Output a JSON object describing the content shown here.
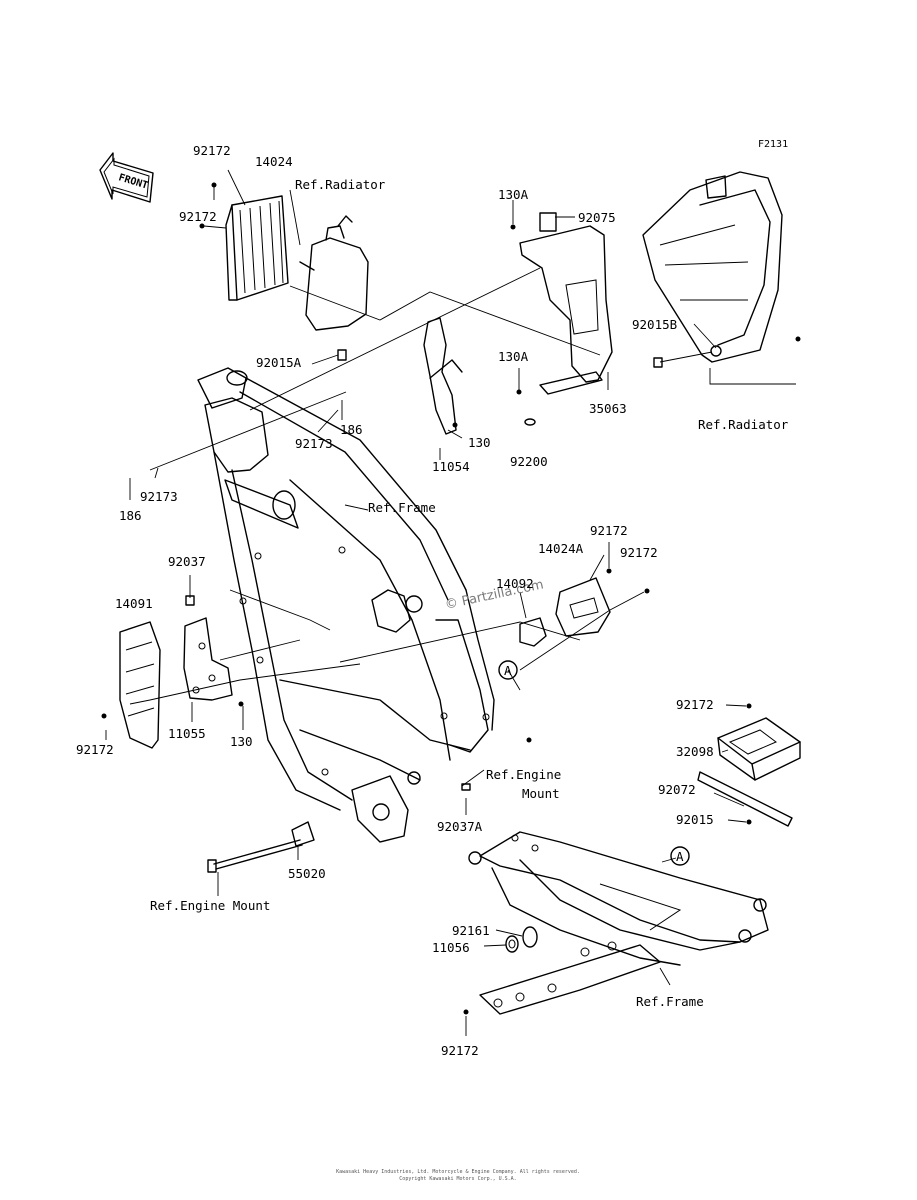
{
  "figure_code": "F2131",
  "front_label": "FRONT",
  "watermark": "© Partzilla.com",
  "footer_lines": [
    "Kawasaki Heavy Industries, Ltd. Motorcycle & Engine Company. All rights reserved.",
    "Copyright Kawasaki Motors Corp., U.S.A."
  ],
  "labels": [
    {
      "id": "l1",
      "text": "92172"
    },
    {
      "id": "l2",
      "text": "14024"
    },
    {
      "id": "l3",
      "text": "Ref.Radiator"
    },
    {
      "id": "l4",
      "text": "92172"
    },
    {
      "id": "l5",
      "text": "92015A"
    },
    {
      "id": "l6",
      "text": "130A"
    },
    {
      "id": "l7",
      "text": "92075"
    },
    {
      "id": "l8",
      "text": "92015B"
    },
    {
      "id": "l9",
      "text": "130A"
    },
    {
      "id": "l10",
      "text": "35063"
    },
    {
      "id": "l11",
      "text": "Ref.Radiator"
    },
    {
      "id": "l12",
      "text": "186"
    },
    {
      "id": "l13",
      "text": "92173"
    },
    {
      "id": "l14",
      "text": "130"
    },
    {
      "id": "l15",
      "text": "11054"
    },
    {
      "id": "l16",
      "text": "92200"
    },
    {
      "id": "l17",
      "text": "92173"
    },
    {
      "id": "l18",
      "text": "186"
    },
    {
      "id": "l19",
      "text": "Ref.Frame"
    },
    {
      "id": "l20",
      "text": "92172"
    },
    {
      "id": "l21",
      "text": "14024A"
    },
    {
      "id": "l22",
      "text": "92172"
    },
    {
      "id": "l23",
      "text": "92037"
    },
    {
      "id": "l24",
      "text": "14092"
    },
    {
      "id": "l25",
      "text": "14091"
    },
    {
      "id": "l26",
      "text": "A"
    },
    {
      "id": "l27",
      "text": "92172"
    },
    {
      "id": "l28",
      "text": "11055"
    },
    {
      "id": "l29",
      "text": "130"
    },
    {
      "id": "l30",
      "text": "Ref.Engine"
    },
    {
      "id": "l31",
      "text": "Mount"
    },
    {
      "id": "l32",
      "text": "92172"
    },
    {
      "id": "l33",
      "text": "32098"
    },
    {
      "id": "l34",
      "text": "92072"
    },
    {
      "id": "l35",
      "text": "92015"
    },
    {
      "id": "l36",
      "text": "92037A"
    },
    {
      "id": "l37",
      "text": "55020"
    },
    {
      "id": "l38",
      "text": "A"
    },
    {
      "id": "l39",
      "text": "Ref.Engine Mount"
    },
    {
      "id": "l40",
      "text": "92161"
    },
    {
      "id": "l41",
      "text": "11056"
    },
    {
      "id": "l42",
      "text": "Ref.Frame"
    },
    {
      "id": "l43",
      "text": "92172"
    }
  ]
}
